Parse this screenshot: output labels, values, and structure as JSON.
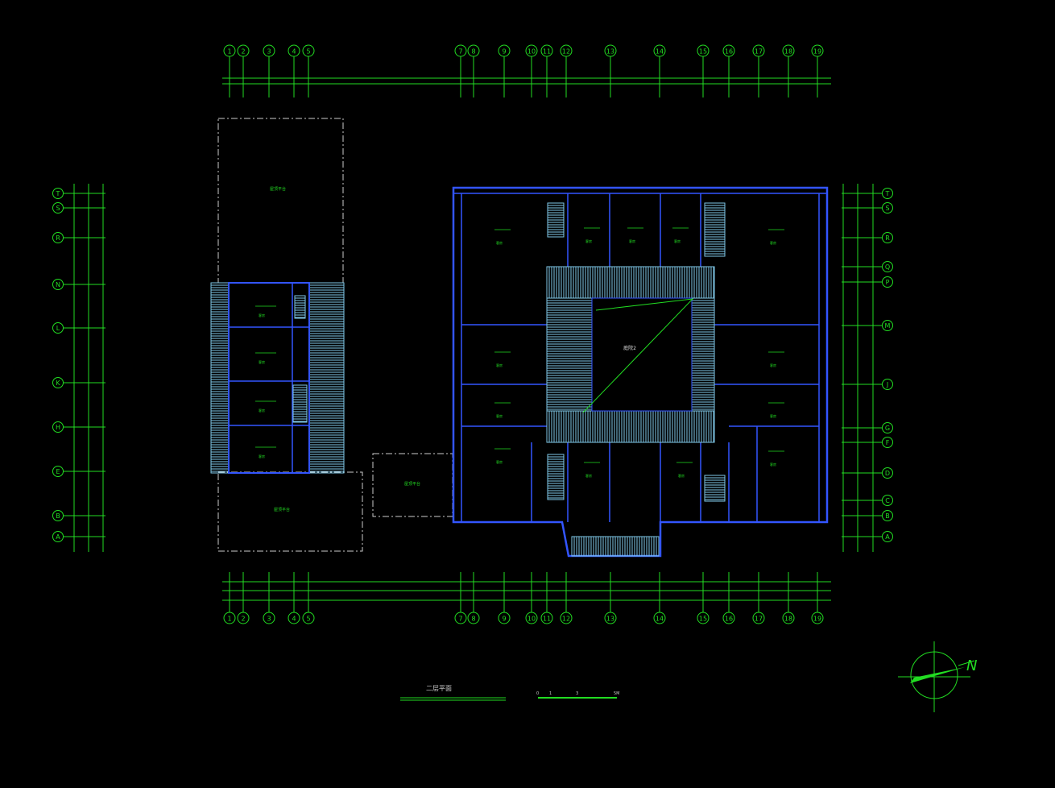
{
  "drawing": {
    "title": "二层平面",
    "courtyard_label": "庭院2",
    "north_label": "N",
    "scale_labels": [
      "0",
      "1",
      "3",
      "5M"
    ]
  },
  "grid_columns": [
    "1",
    "2",
    "3",
    "4",
    "5",
    "7",
    "8",
    "9",
    "10",
    "11",
    "12",
    "13",
    "14",
    "15",
    "16",
    "17",
    "18",
    "19"
  ],
  "grid_rows_left": [
    "T",
    "S",
    "R",
    "N",
    "L",
    "K",
    "H",
    "E",
    "B",
    "A"
  ],
  "grid_rows_right": [
    "T",
    "S",
    "R",
    "Q",
    "P",
    "M",
    "J",
    "G",
    "F",
    "D",
    "C",
    "B",
    "A"
  ],
  "room_label": "客房",
  "side_labels": {
    "top_box": "屋顶平台",
    "bottom_box": "屋顶平台",
    "small_box": "屋顶平台"
  },
  "colors": {
    "grid": "#22dd22",
    "wall": "#3355ff",
    "hatch": "#7fc8e8",
    "dim": "#22dd22"
  }
}
